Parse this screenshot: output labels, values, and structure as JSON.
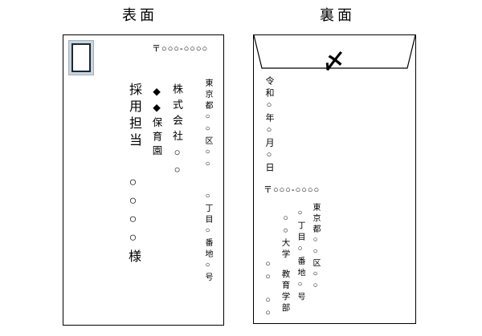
{
  "front": {
    "title": "表面",
    "postal_code": "〒○○○-○○○○",
    "address_line1": "東京都○○区○○",
    "address_line2": "○丁目○番地○号",
    "company": "株式会社○○",
    "organization": "◆◆保育園",
    "recipient_department": "採用担当",
    "recipient_name": "○○○○様"
  },
  "back": {
    "title": "裏面",
    "seal_mark": "〆",
    "date": "令和○年○月○日",
    "postal_code": "〒○○○-○○○○",
    "address_line1": "東京都○○区○○",
    "address_line2": "○丁目○番地○号",
    "university": "○○大学",
    "faculty": "教育学部",
    "sender_name_part1": "○○",
    "sender_name_part2": "○○"
  },
  "colors": {
    "stamp_frame": "#c9d4dc",
    "stamp_edge": "#9fb0bc",
    "stamp_border": "#1b2733",
    "ink": "#000000",
    "envelope_border": "#000000"
  }
}
